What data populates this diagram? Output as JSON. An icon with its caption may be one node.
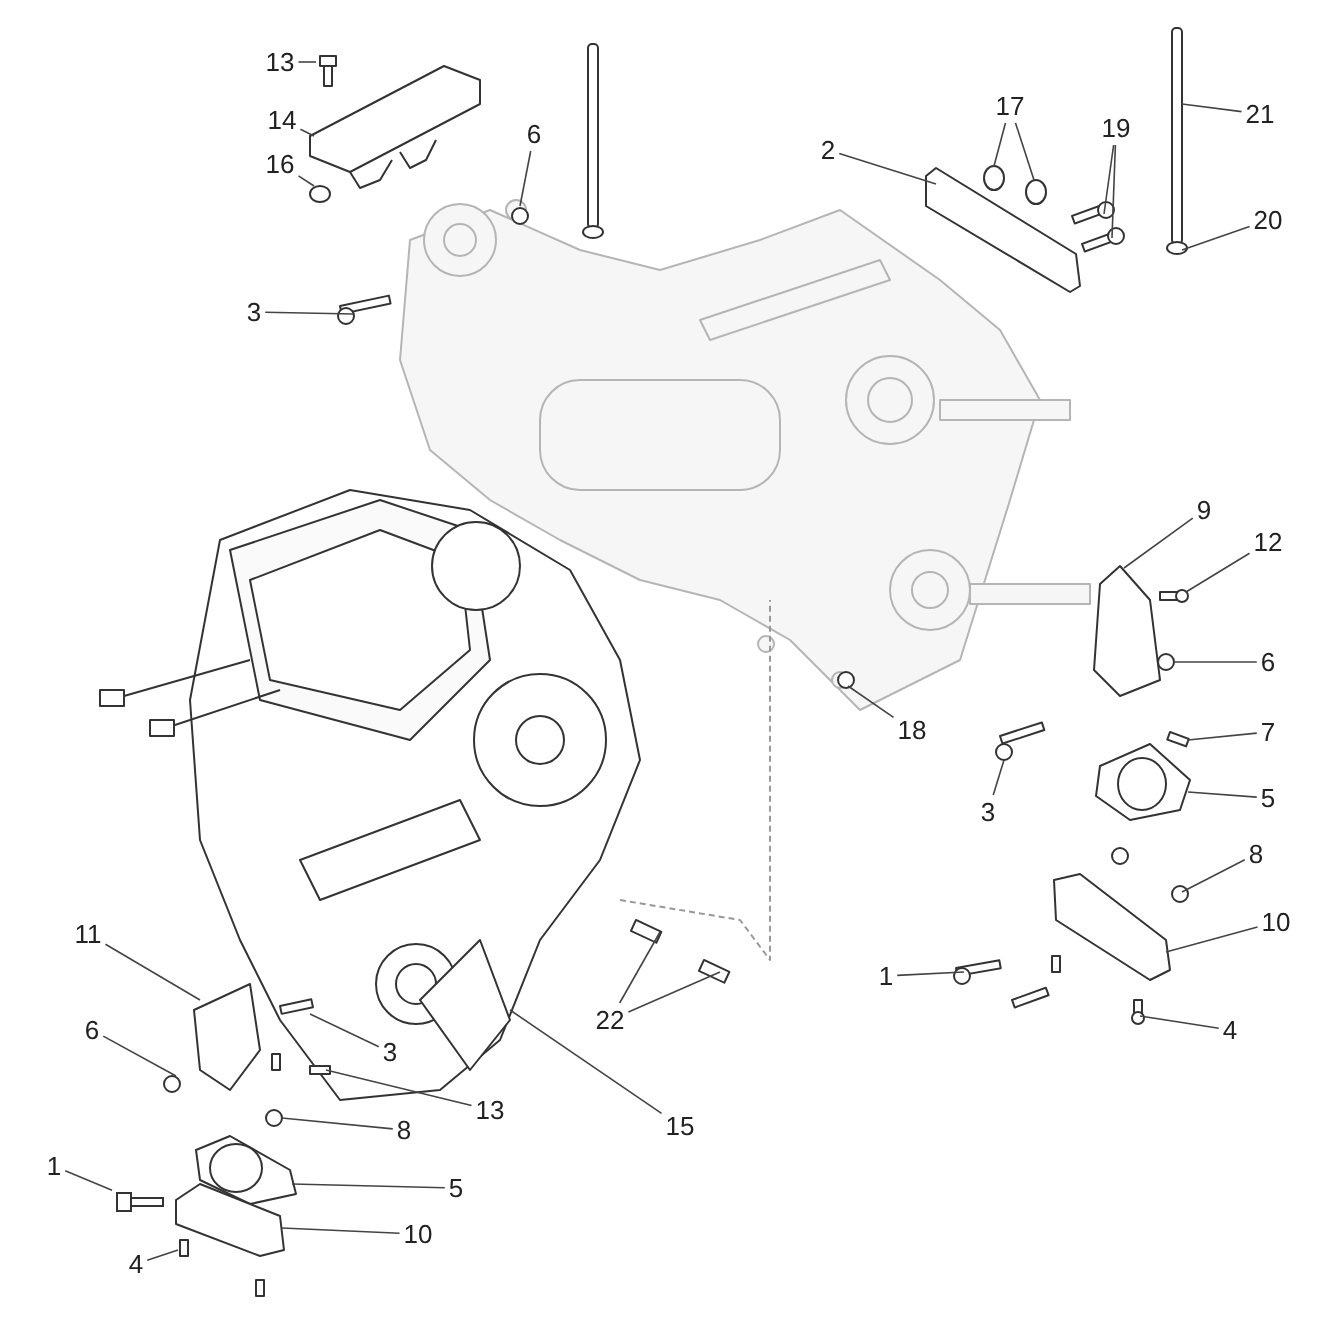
{
  "diagram": {
    "nodes": [
      {
        "text": [
          "13"
        ]
      },
      {
        "text": [
          "14"
        ]
      },
      {
        "text": [
          "16"
        ]
      },
      {
        "text": [
          "6"
        ]
      },
      {
        "text": [
          "3"
        ]
      },
      {
        "text": [
          "2"
        ]
      },
      {
        "text": [
          "17"
        ]
      },
      {
        "text": [
          "19"
        ]
      },
      {
        "text": [
          "21"
        ]
      },
      {
        "text": [
          "20"
        ]
      },
      {
        "text": [
          "9"
        ]
      },
      {
        "text": [
          "12"
        ]
      },
      {
        "text": [
          "6"
        ]
      },
      {
        "text": [
          "7"
        ]
      },
      {
        "text": [
          "18"
        ]
      },
      {
        "text": [
          "3"
        ]
      },
      {
        "text": [
          "5"
        ]
      },
      {
        "text": [
          "8"
        ]
      },
      {
        "text": [
          "10"
        ]
      },
      {
        "text": [
          "1"
        ]
      },
      {
        "text": [
          "4"
        ]
      },
      {
        "text": [
          "11"
        ]
      },
      {
        "text": [
          "6"
        ]
      },
      {
        "text": [
          "3"
        ]
      },
      {
        "text": [
          "13"
        ]
      },
      {
        "text": [
          "8"
        ]
      },
      {
        "text": [
          "15"
        ]
      },
      {
        "text": [
          "22"
        ]
      },
      {
        "text": [
          "1"
        ]
      },
      {
        "text": [
          "5"
        ]
      },
      {
        "text": [
          "10"
        ]
      },
      {
        "text": [
          "4"
        ]
      },
      {
        "text": [],
        "shape": "box"
      }
    ],
    "edges": [
      {
        "from": 0,
        "to": null,
        "arrow": "none"
      },
      {
        "from": 1,
        "to": null,
        "arrow": "none"
      },
      {
        "from": 2,
        "to": null,
        "arrow": "none"
      },
      {
        "from": 3,
        "to": null,
        "arrow": "none"
      },
      {
        "from": 4,
        "to": null,
        "arrow": "none"
      },
      {
        "from": 5,
        "to": null,
        "arrow": "none"
      },
      {
        "from": 6,
        "to": null,
        "arrow": "none"
      },
      {
        "from": 6,
        "to": null,
        "arrow": "none"
      },
      {
        "from": 7,
        "to": null,
        "arrow": "none"
      },
      {
        "from": 7,
        "to": null,
        "arrow": "none"
      },
      {
        "from": 8,
        "to": null,
        "arrow": "none"
      },
      {
        "from": 9,
        "to": null,
        "arrow": "none"
      },
      {
        "from": 10,
        "to": null,
        "arrow": "none"
      },
      {
        "from": 11,
        "to": null,
        "arrow": "none"
      },
      {
        "from": 12,
        "to": null,
        "arrow": "none"
      },
      {
        "from": 13,
        "to": null,
        "arrow": "none"
      },
      {
        "from": 14,
        "to": null,
        "arrow": "none"
      },
      {
        "from": 15,
        "to": null,
        "arrow": "none"
      },
      {
        "from": 16,
        "to": null,
        "arrow": "none"
      },
      {
        "from": 17,
        "to": null,
        "arrow": "none"
      },
      {
        "from": 18,
        "to": null,
        "arrow": "none"
      },
      {
        "from": 19,
        "to": null,
        "arrow": "none"
      },
      {
        "from": 20,
        "to": null,
        "arrow": "none"
      },
      {
        "from": 21,
        "to": null,
        "arrow": "none"
      },
      {
        "from": 22,
        "to": null,
        "arrow": "none"
      },
      {
        "from": 23,
        "to": null,
        "arrow": "none"
      },
      {
        "from": 24,
        "to": null,
        "arrow": "none"
      },
      {
        "from": 25,
        "to": null,
        "arrow": "none"
      },
      {
        "from": 26,
        "to": null,
        "arrow": "none"
      },
      {
        "from": 27,
        "to": null,
        "arrow": "none"
      },
      {
        "from": 27,
        "to": null,
        "arrow": "none"
      },
      {
        "from": 28,
        "to": 32,
        "arrow": "none"
      },
      {
        "from": 29,
        "to": null,
        "arrow": "none"
      },
      {
        "from": 30,
        "to": null,
        "arrow": "none"
      },
      {
        "from": 31,
        "to": null,
        "arrow": "none"
      }
    ]
  }
}
